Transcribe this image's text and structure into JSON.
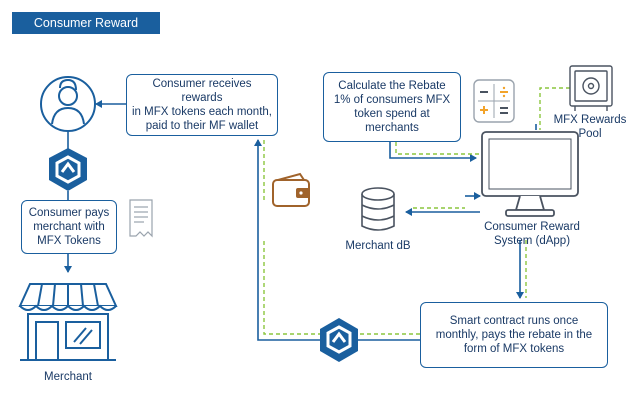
{
  "header": {
    "title": "Consumer Reward System"
  },
  "boxes": {
    "receives": "Consumer receives rewards\nin MFX tokens each month,\npaid to their MF wallet",
    "calculate": "Calculate the Rebate\n1% of consumers MFX\ntoken spend at\nmerchants",
    "pays": "Consumer pays\nmerchant with\nMFX Tokens",
    "smart": "Smart contract runs once\nmonthly, pays the rebate in the\nform of MFX tokens"
  },
  "labels": {
    "pool": "MFX Rewards\nPool",
    "system": "Consumer Reward\nSystem (dApp)",
    "db": "Merchant dB",
    "merchant": "Merchant"
  },
  "colors": {
    "primary": "#1a5f9e",
    "accent": "#8cc63f",
    "wallet": "#a0632b"
  },
  "icons": [
    "user-icon",
    "mfx-logo-icon",
    "receipt-icon",
    "store-icon",
    "calculator-icon",
    "safe-icon",
    "computer-icon",
    "database-icon",
    "wallet-icon"
  ]
}
